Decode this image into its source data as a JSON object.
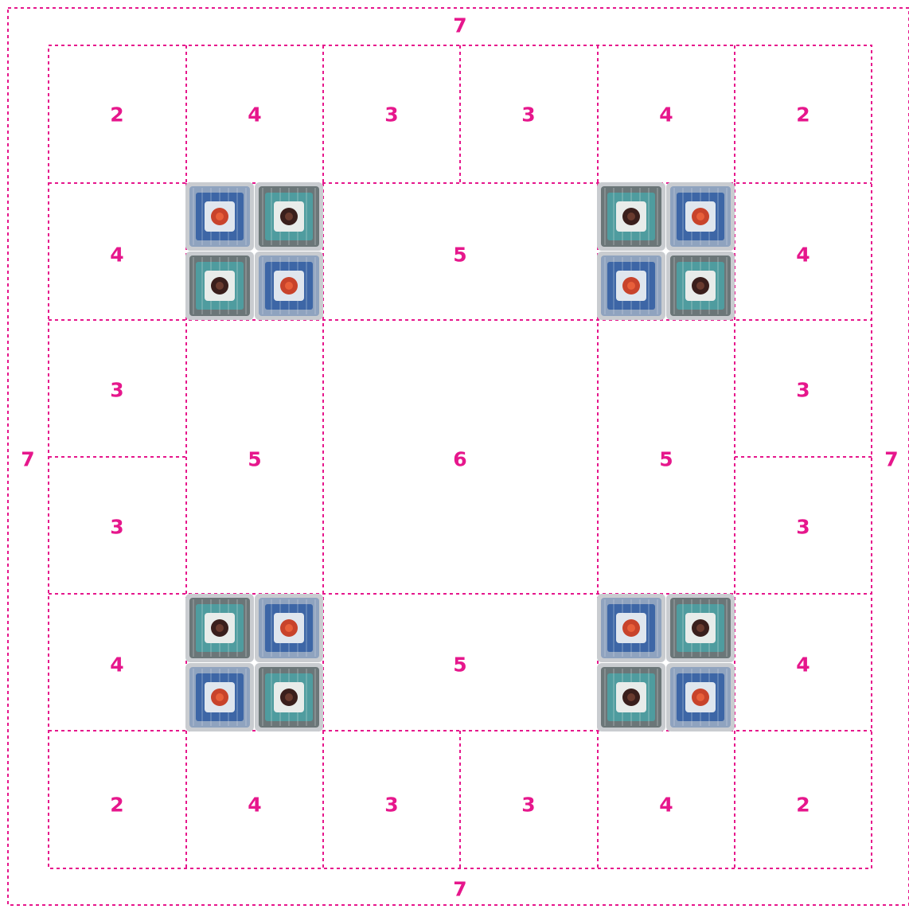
{
  "diagram": {
    "accent_color": "#e6178c",
    "square_palette": {
      "border": "#c9ccd0",
      "blue_frame": "#8fa3bf",
      "blue_ring": "#3d66a6",
      "blue_light": "#dfe6ee",
      "blue_center": "#c8432b",
      "blue_center_dot": "#e85f3a",
      "teal_frame": "#6b7678",
      "teal_ring": "#4f9c9f",
      "teal_light": "#e8ecea",
      "teal_center": "#3a1f1c",
      "teal_center_dot": "#6a3b2f"
    },
    "outer_label": "7",
    "top_row_labels": [
      "2",
      "4",
      "3",
      "3",
      "4",
      "2"
    ],
    "bottom_row_labels": [
      "2",
      "4",
      "3",
      "3",
      "4",
      "2"
    ],
    "left_column_labels": [
      "4",
      "3",
      "3",
      "4"
    ],
    "right_column_labels": [
      "4",
      "3",
      "3",
      "4"
    ],
    "upper_middle_label": "5",
    "lower_middle_label": "5",
    "left_middle_label": "5",
    "right_middle_label": "5",
    "center_label": "6",
    "square_groups": [
      {
        "position": "top-left",
        "squares": [
          "blue",
          "teal",
          "teal",
          "blue"
        ]
      },
      {
        "position": "top-right",
        "squares": [
          "teal",
          "blue",
          "blue",
          "teal"
        ]
      },
      {
        "position": "bottom-left",
        "squares": [
          "teal",
          "blue",
          "blue",
          "teal"
        ]
      },
      {
        "position": "bottom-right",
        "squares": [
          "blue",
          "teal",
          "teal",
          "blue"
        ]
      }
    ]
  }
}
